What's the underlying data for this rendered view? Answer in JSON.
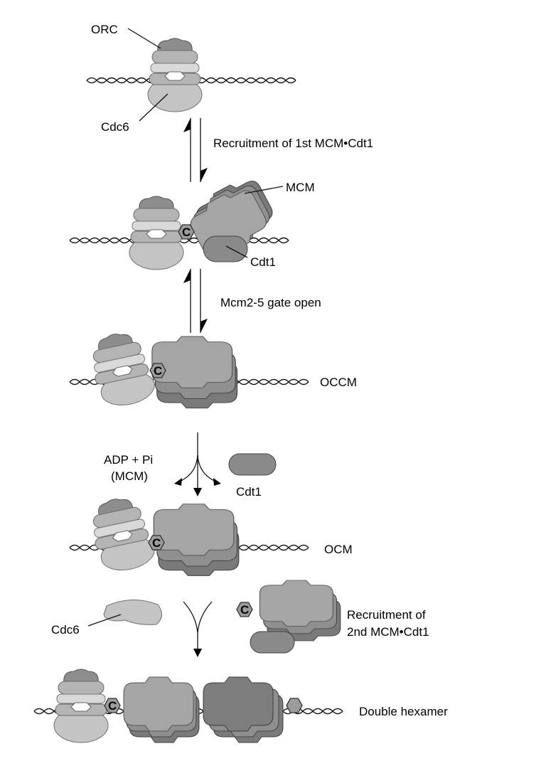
{
  "labels": {
    "orc": "ORC",
    "cdc6_top": "Cdc6",
    "step1": "Recruitment of 1st MCM•Cdt1",
    "mcm": "MCM",
    "cdt1_s2": "Cdt1",
    "step2": "Mcm2-5 gate open",
    "occm": "OCCM",
    "adp_line1": "ADP + Pi",
    "adp_line2": "(MCM)",
    "cdt1_released": "Cdt1",
    "ocm": "OCM",
    "cdc6_released": "Cdc6",
    "step_recruit_2nd_line1": "Recruitment of",
    "step_recruit_2nd_line2": "2nd MCM•Cdt1",
    "double_hexamer": "Double hexamer"
  },
  "cdt1_marker": "C",
  "colors": {
    "dna": "#111111",
    "orc": "#b4b4b4",
    "cdc6": "#c4c4c4",
    "mcm": "#8f8f8f",
    "cdt1": "#8a8a8a"
  }
}
